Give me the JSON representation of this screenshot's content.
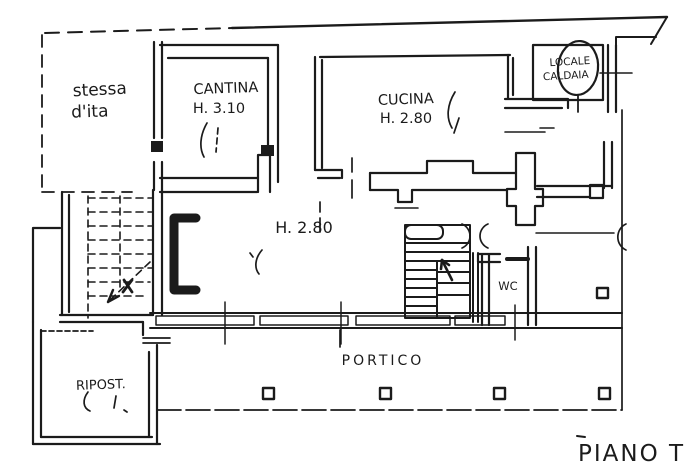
{
  "plan": {
    "rooms": {
      "stessa": {
        "line1": "stessa",
        "line2": "d'ita"
      },
      "cantina": {
        "name": "CANTINA",
        "height": "H. 3.10"
      },
      "cucina": {
        "name": "CUCINA",
        "height": "H. 2.80"
      },
      "caldaia": {
        "line1": "LOCALE",
        "line2": "CALDAIA"
      },
      "hall": {
        "height": "H. 2.80"
      },
      "wc": {
        "name": "WC"
      },
      "portico": {
        "name": "PORTICO"
      },
      "ripostiglio": {
        "name": "RIPOST."
      }
    },
    "caption": {
      "text": "PIANO T"
    },
    "colors": {
      "ink": "#1b1b1b",
      "paper": "#ffffff"
    }
  }
}
